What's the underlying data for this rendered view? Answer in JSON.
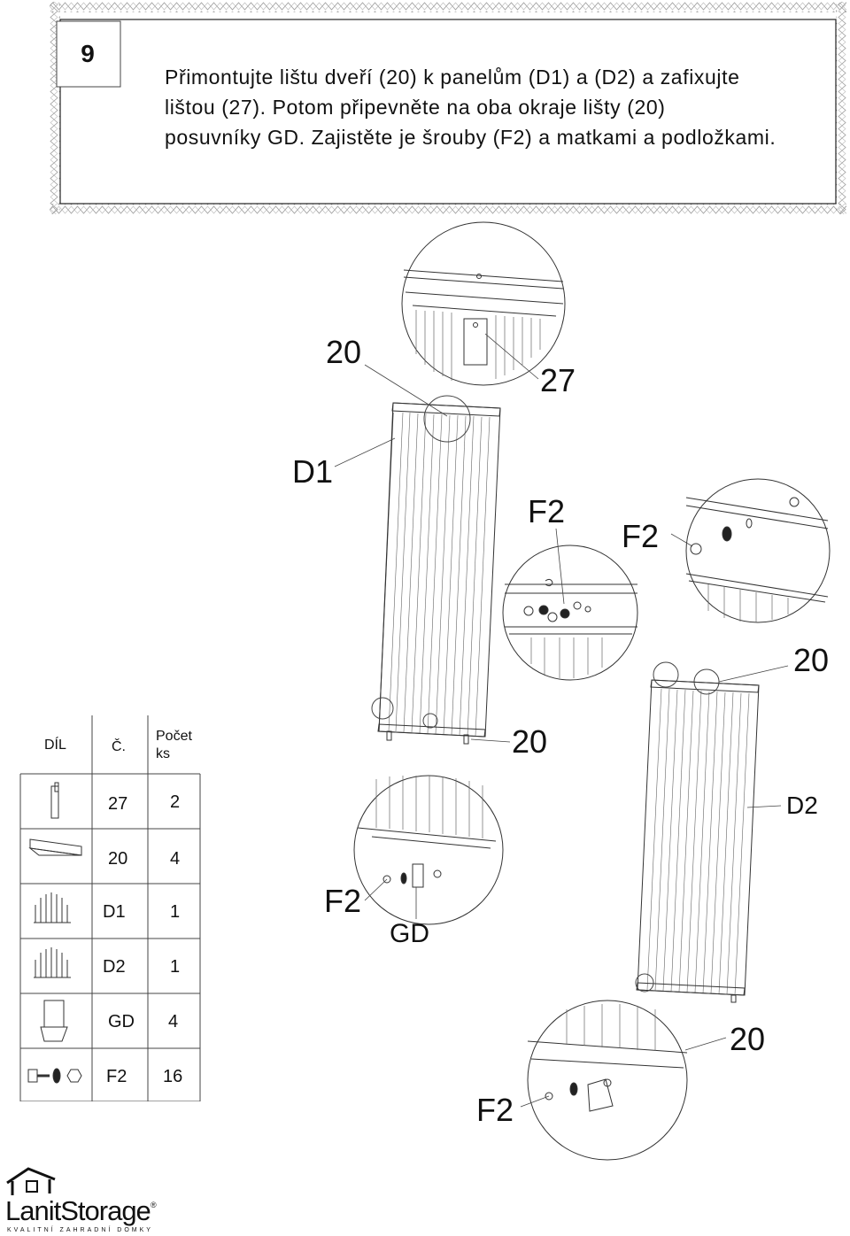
{
  "step": {
    "number": "9",
    "text_lines": [
      "Přimontujte lištu dveří (20) k panelům (D1) a (D2) a zafixujte",
      "lištou (27). Potom připevněte na oba okraje lišty (20)",
      "posuvníky GD. Zajistěte je šrouby (F2) a matkami a podložkami."
    ]
  },
  "callouts": {
    "c20_top": "20",
    "c27": "27",
    "cD1": "D1",
    "cF2_a": "F2",
    "cF2_b": "F2",
    "c20_right": "20",
    "c20_mid": "20",
    "cD2": "D2",
    "cF2_c": "F2",
    "cGD": "GD",
    "c20_bottom": "20",
    "cF2_d": "F2"
  },
  "parts_table": {
    "headers": {
      "part": "DÍL",
      "number": "Č.",
      "count_line1": "Počet",
      "count_line2": "ks"
    },
    "rows": [
      {
        "number": "27",
        "count": "2"
      },
      {
        "number": "20",
        "count": "4"
      },
      {
        "number": "D1",
        "count": "1"
      },
      {
        "number": "D2",
        "count": "1"
      },
      {
        "number": "GD",
        "count": "4"
      },
      {
        "number": "F2",
        "count": "16"
      }
    ]
  },
  "logo": {
    "name": "LanitStorage",
    "registered": "®",
    "tagline": "KVALITNÍ ZAHRADNÍ DOMKY"
  }
}
